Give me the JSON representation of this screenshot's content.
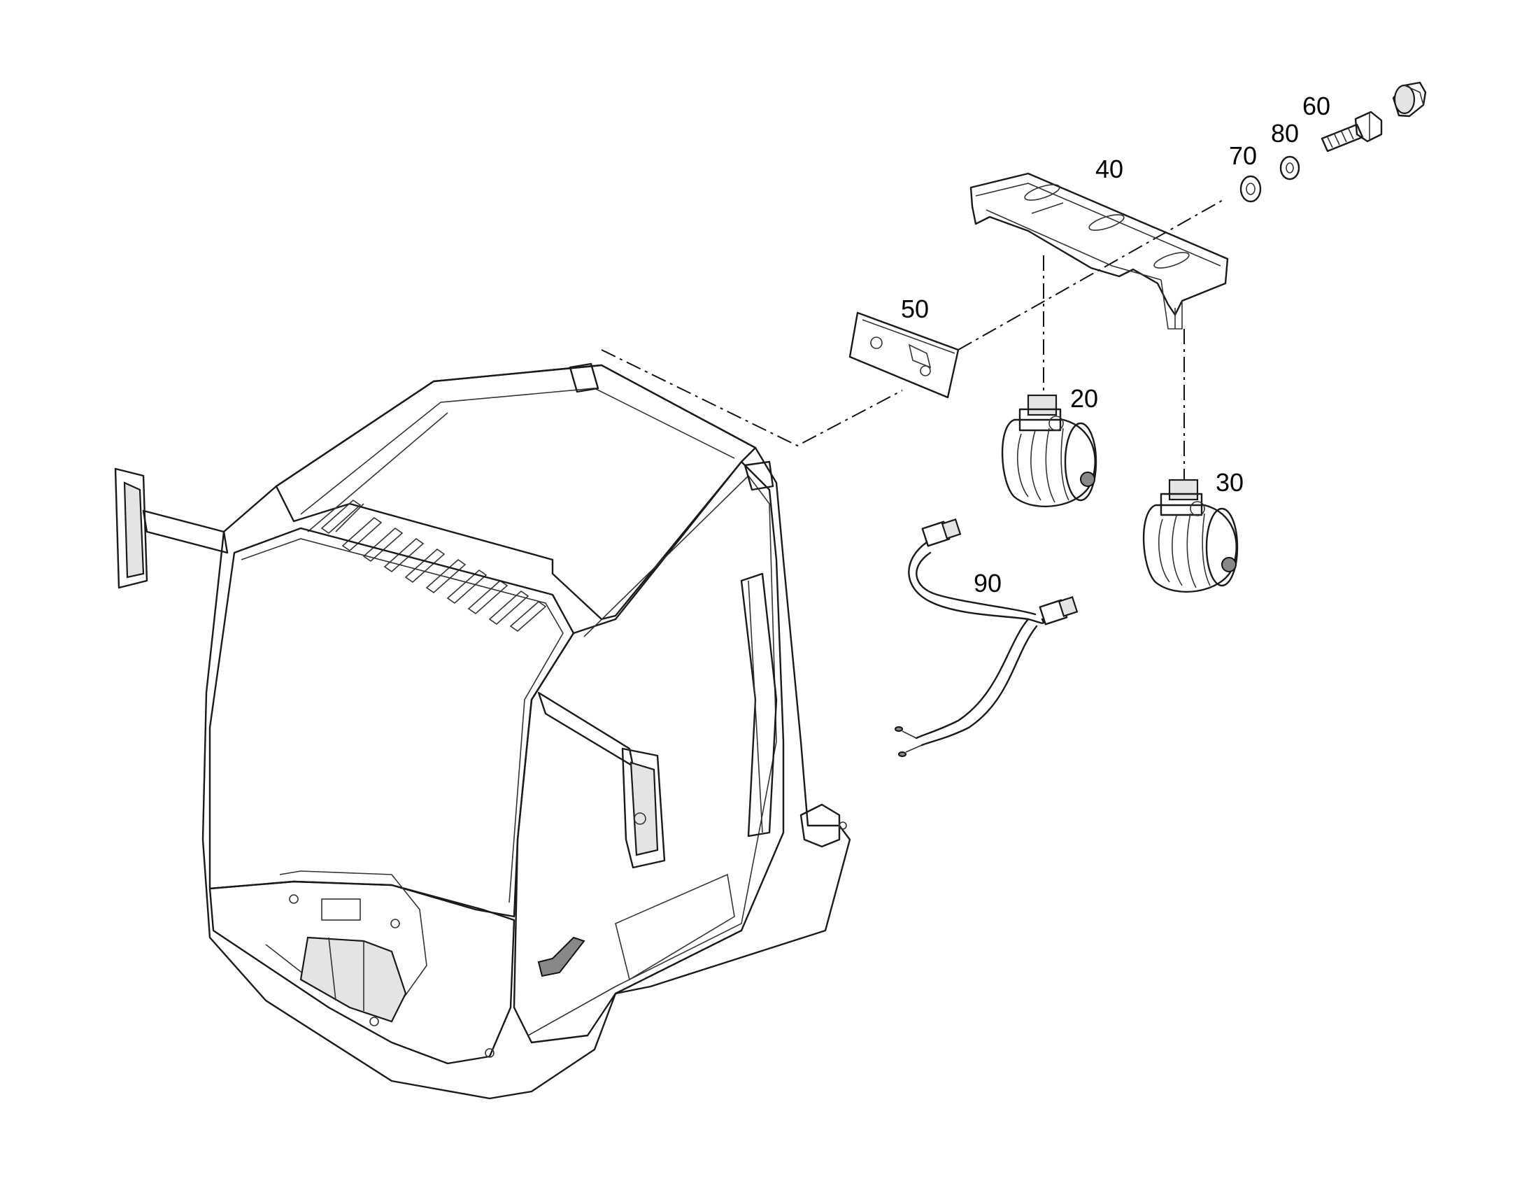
{
  "callouts": {
    "c20": "20",
    "c30": "30",
    "c40": "40",
    "c50": "50",
    "c60": "60",
    "c70": "70",
    "c80": "80",
    "c90": "90"
  }
}
